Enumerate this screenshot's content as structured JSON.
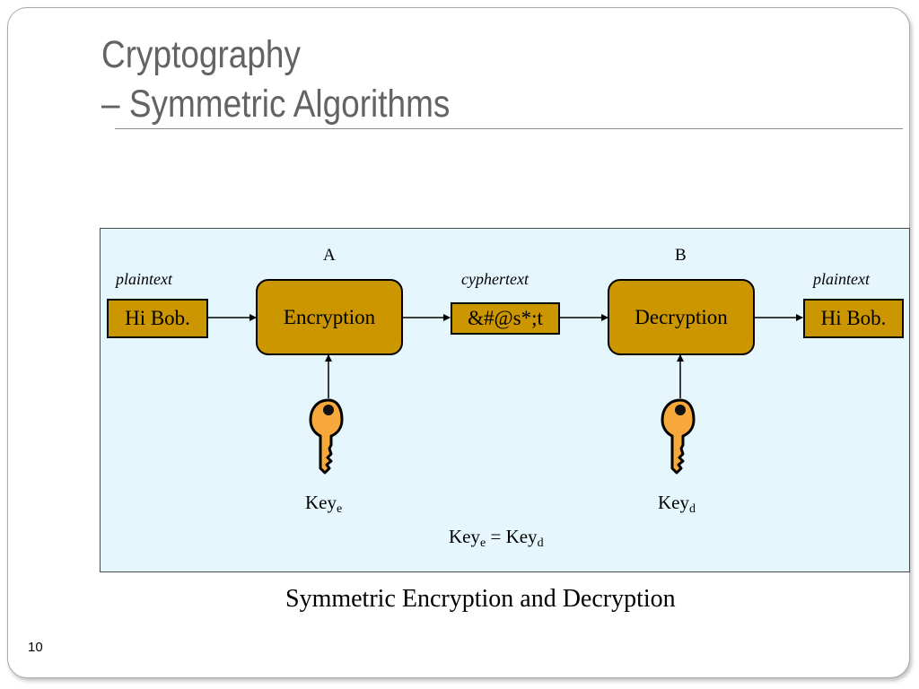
{
  "title": {
    "line1": "Cryptography",
    "line2": "– Symmetric Algorithms"
  },
  "diagram": {
    "label_a": "A",
    "label_b": "B",
    "plaintext_left_label": "plaintext",
    "ciphertext_label": "cyphertext",
    "plaintext_right_label": "plaintext",
    "plaintext_in": "Hi Bob.",
    "encryption": "Encryption",
    "ciphertext_value": "&#@s*;t",
    "decryption": "Decryption",
    "plaintext_out": "Hi Bob.",
    "key_enc": {
      "base": "Key",
      "sub": "e"
    },
    "key_dec": {
      "base": "Key",
      "sub": "d"
    },
    "equation": {
      "left_base": "Key",
      "left_sub": "e",
      "op": "=",
      "right_base": "Key",
      "right_sub": "d"
    },
    "colors": {
      "box_fill": "#cc9600",
      "key_fill": "#f7a83a",
      "panel_bg": "#e6f6fd"
    },
    "icons": [
      "key-icon",
      "key-icon"
    ]
  },
  "caption": "Symmetric Encryption and Decryption",
  "page_number": "10"
}
